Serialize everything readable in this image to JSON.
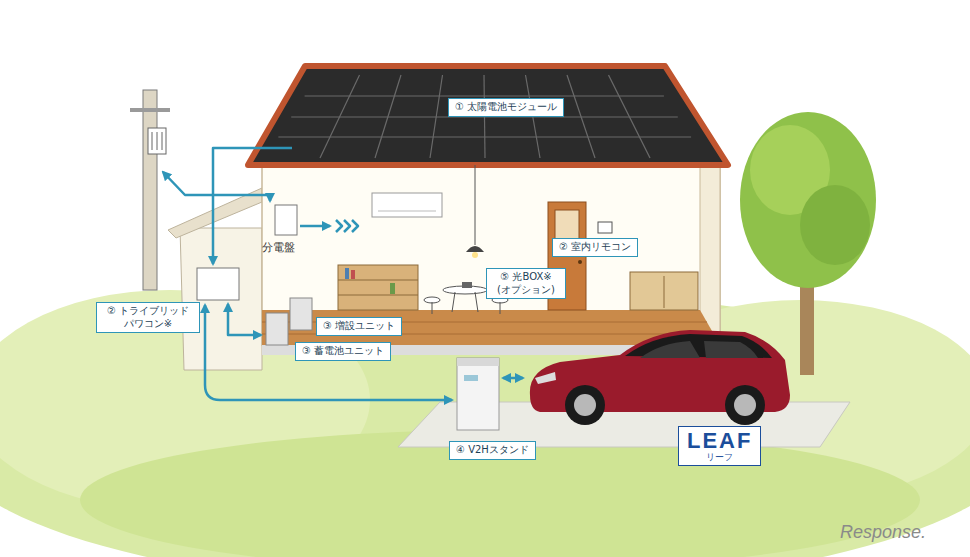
{
  "diagram": {
    "nodes": [
      {
        "text": [
          "① 太陽電池モジュール"
        ]
      },
      {
        "text": [
          "② 室内リモコン"
        ]
      },
      {
        "text": [
          "⑤ 光BOX※ (オプション)"
        ]
      },
      {
        "text": [
          "② トライブリッド パワコン※"
        ]
      },
      {
        "text": [
          "③ 増設ユニット"
        ]
      },
      {
        "text": [
          "③ 蓄電池ユニット"
        ]
      },
      {
        "text": [
          "④ V2Hスタンド"
        ]
      },
      {
        "text": [
          "LEAF",
          "リーフ"
        ]
      }
    ],
    "labels": [
      "分電盤",
      "Response."
    ]
  }
}
